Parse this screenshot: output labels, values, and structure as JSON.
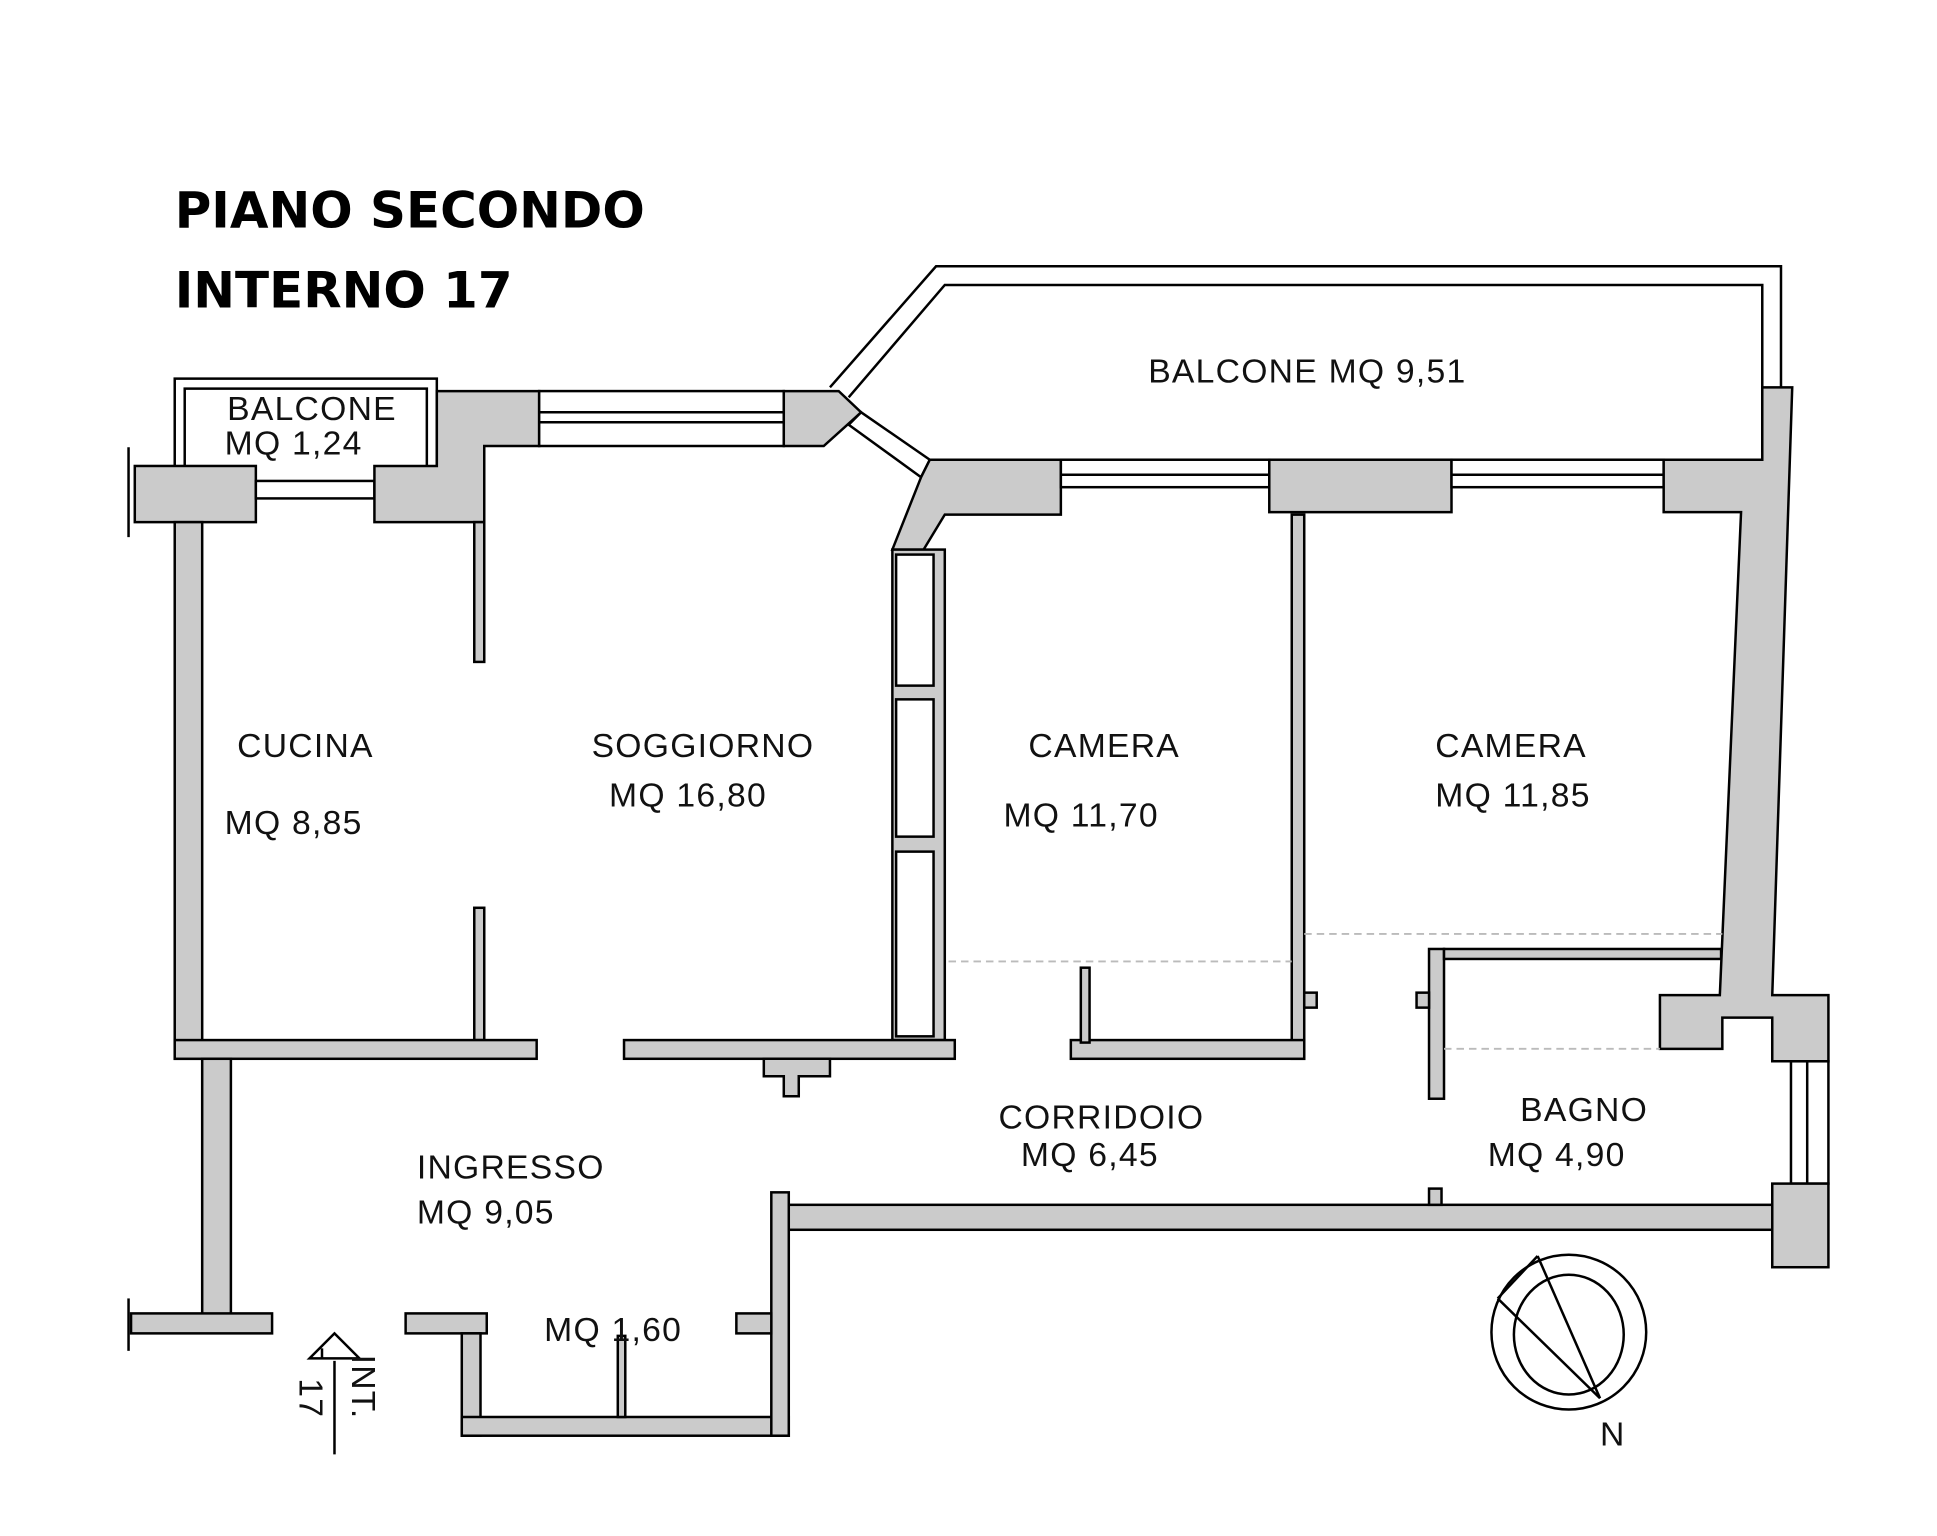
{
  "header": {
    "floor": "PIANO SECONDO",
    "unit": "INTERNO 17"
  },
  "rooms": {
    "balcone_small": {
      "name": "BALCONE",
      "area": "MQ  1,24"
    },
    "balcone_large": {
      "label": "BALCONE  MQ  9,51"
    },
    "cucina": {
      "name": "CUCINA",
      "area": "MQ  8,85"
    },
    "soggiorno": {
      "name": "SOGGIORNO",
      "area": "MQ  16,80"
    },
    "camera1": {
      "name": "CAMERA",
      "area": "MQ  11,70"
    },
    "camera2": {
      "name": "CAMERA",
      "area": "MQ  11,85"
    },
    "corridoio": {
      "name": "CORRIDOIO",
      "area": "MQ  6,45"
    },
    "bagno": {
      "name": "BAGNO",
      "area": "MQ  4,90"
    },
    "ingresso": {
      "name": "INGRESSO",
      "area": "MQ  9,05"
    },
    "landing": {
      "area": "MQ  1,60"
    }
  },
  "entrance": {
    "line1": "INT.",
    "line2": "17"
  },
  "compass": {
    "north": "N"
  }
}
